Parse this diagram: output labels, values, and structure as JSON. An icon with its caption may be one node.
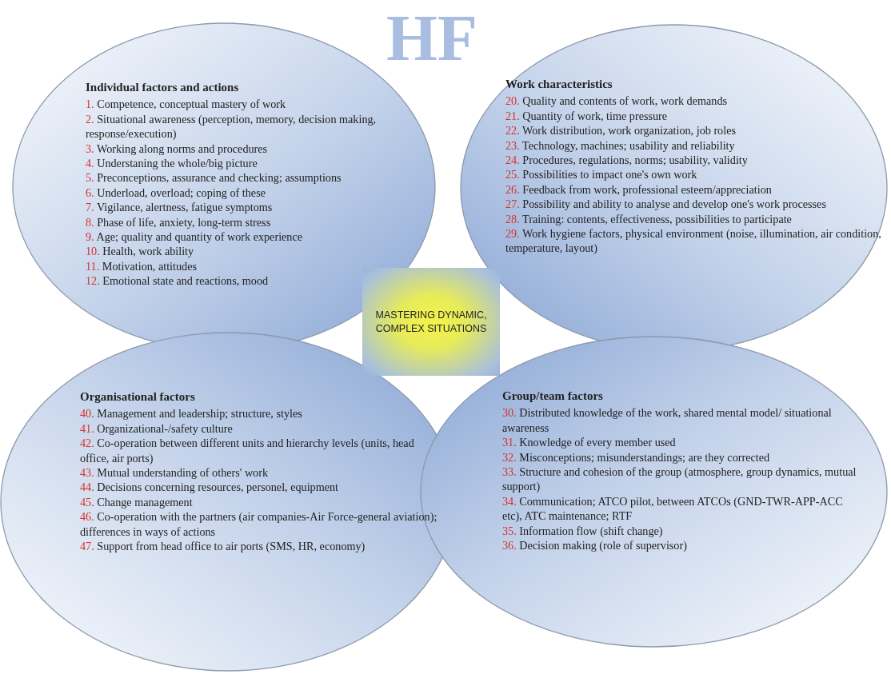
{
  "diagram": {
    "title": "HF",
    "nodes": [
      {
        "text": [
          "Individual factors and actions",
          "1. Competence, conceptual mastery of work",
          "2. Situational awareness (perception, memory, decision making, response/execution)",
          "3. Working along norms and procedures",
          "4. Understaning the whole/big picture",
          "5. Preconceptions, assurance and checking; assumptions",
          "6. Underload, overload; coping of these",
          "7. Vigilance, alertness, fatigue symptoms",
          "8. Phase of life, anxiety, long-term stress",
          "9. Age; quality and quantity of work experience",
          "10. Health, work ability",
          "11. Motivation, attitudes",
          "12. Emotional state and reactions, mood"
        ]
      },
      {
        "text": [
          "Work characteristics",
          "20. Quality and contents of work, work demands",
          "21. Quantity of work, time pressure",
          "22. Work distribution, work organization, job roles",
          "23. Technology, machines; usability and reliability",
          "24. Procedures, regulations, norms; usability, validity",
          "25. Possibilities to impact one's own work",
          "26. Feedback from work, professional esteem/appreciation",
          "27. Possibility and ability to analyse and develop one's work processes",
          "28. Training: contents, effectiveness, possibilities to participate",
          "29. Work hygiene factors, physical environment (noise, illumination, air condition, temperature, layout)"
        ]
      },
      {
        "text": [
          "MASTERING DYNAMIC, COMPLEX SITUATIONS"
        ]
      },
      {
        "text": [
          "Organisational factors",
          "40. Management and leadership; structure, styles",
          "41. Organizational-/safety culture",
          "42. Co-operation between different units and hierarchy levels (units, head office, air ports)",
          "43. Mutual understanding of others' work",
          "44. Decisions concerning resources, personel, equipment",
          "45. Change management",
          "46. Co-operation with the partners (air companies-Air Force-general aviation); differences in ways of actions",
          "47. Support from head office to air ports (SMS, HR, economy)"
        ]
      },
      {
        "text": [
          "Group/team factors",
          "30. Distributed knowledge of the work, shared mental model/ situational awareness",
          "31. Knowledge of every member used",
          "32. Misconceptions; misunderstandings; are they corrected",
          "33. Structure and cohesion of the group (atmosphere, group dynamics, mutual support)",
          "34. Communication; ATCO pilot, between ATCOs (GND-TWR-APP-ACC etc), ATC maintenance; RTF",
          "35. Information flow (shift change)",
          "36. Decision making (role of supervisor)"
        ]
      }
    ]
  }
}
